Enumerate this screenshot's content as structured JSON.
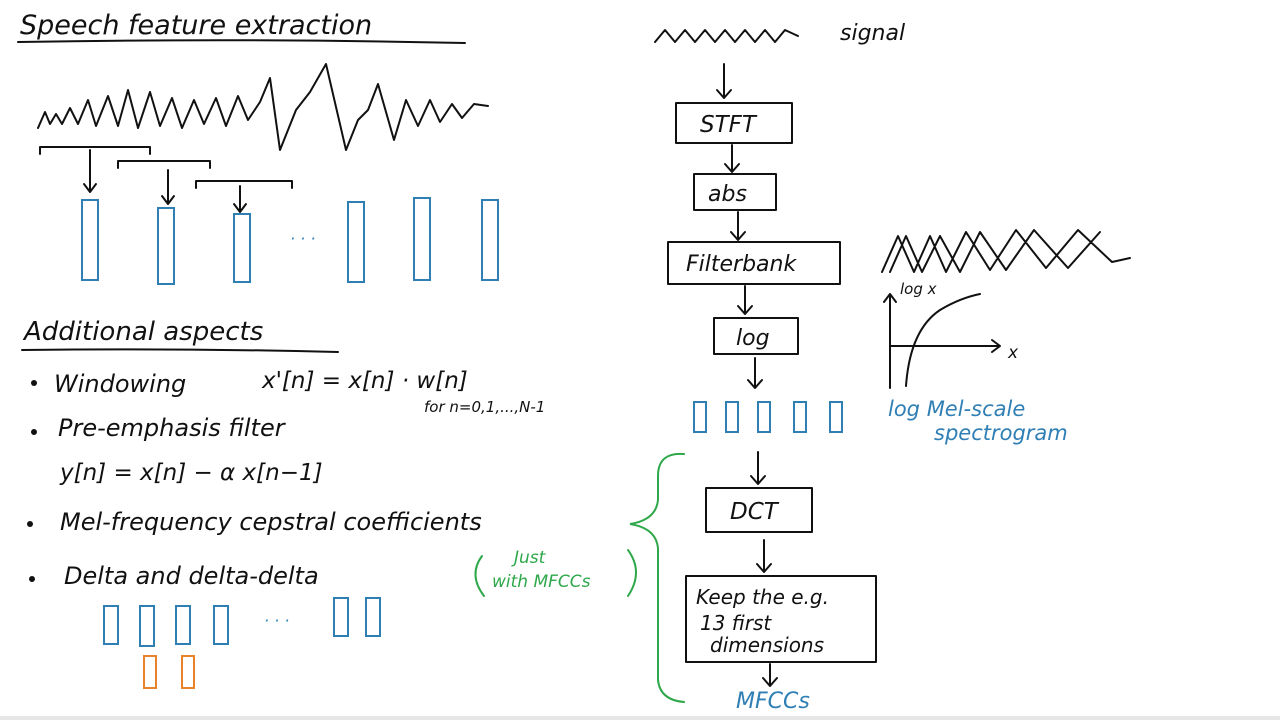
{
  "left": {
    "title": "Speech feature extraction",
    "frames_ellipsis": "· · ·",
    "additional_heading": "Additional aspects",
    "bullets": [
      {
        "label": "Windowing",
        "formula": "x'[n] = x[n] · w[n]",
        "note": "for n=0,1,...,N-1"
      },
      {
        "label": "Pre-emphasis filter",
        "formula": "y[n] = x[n] − α x[n−1]"
      },
      {
        "label": "Mel-frequency cepstral coefficients"
      },
      {
        "label": "Delta and delta-delta"
      }
    ],
    "delta_ellipsis": "· · ·",
    "mfcc_note_line1": "Just",
    "mfcc_note_line2": "with MFCCs"
  },
  "pipeline": {
    "signal_label": "signal",
    "steps": [
      "STFT",
      "abs",
      "Filterbank",
      "log",
      "DCT",
      "Keep the e.g.",
      "13 first",
      "dimensions"
    ],
    "output_label": "MFCCs",
    "spectrogram_label_line1": "log Mel-scale",
    "spectrogram_label_line2": "spectrogram",
    "log_plot": {
      "y_label": "log x",
      "x_label": "x"
    }
  },
  "colors": {
    "ink": "#111111",
    "blue": "#2f7fb5",
    "green": "#2ea84a",
    "orange": "#e8822b"
  }
}
